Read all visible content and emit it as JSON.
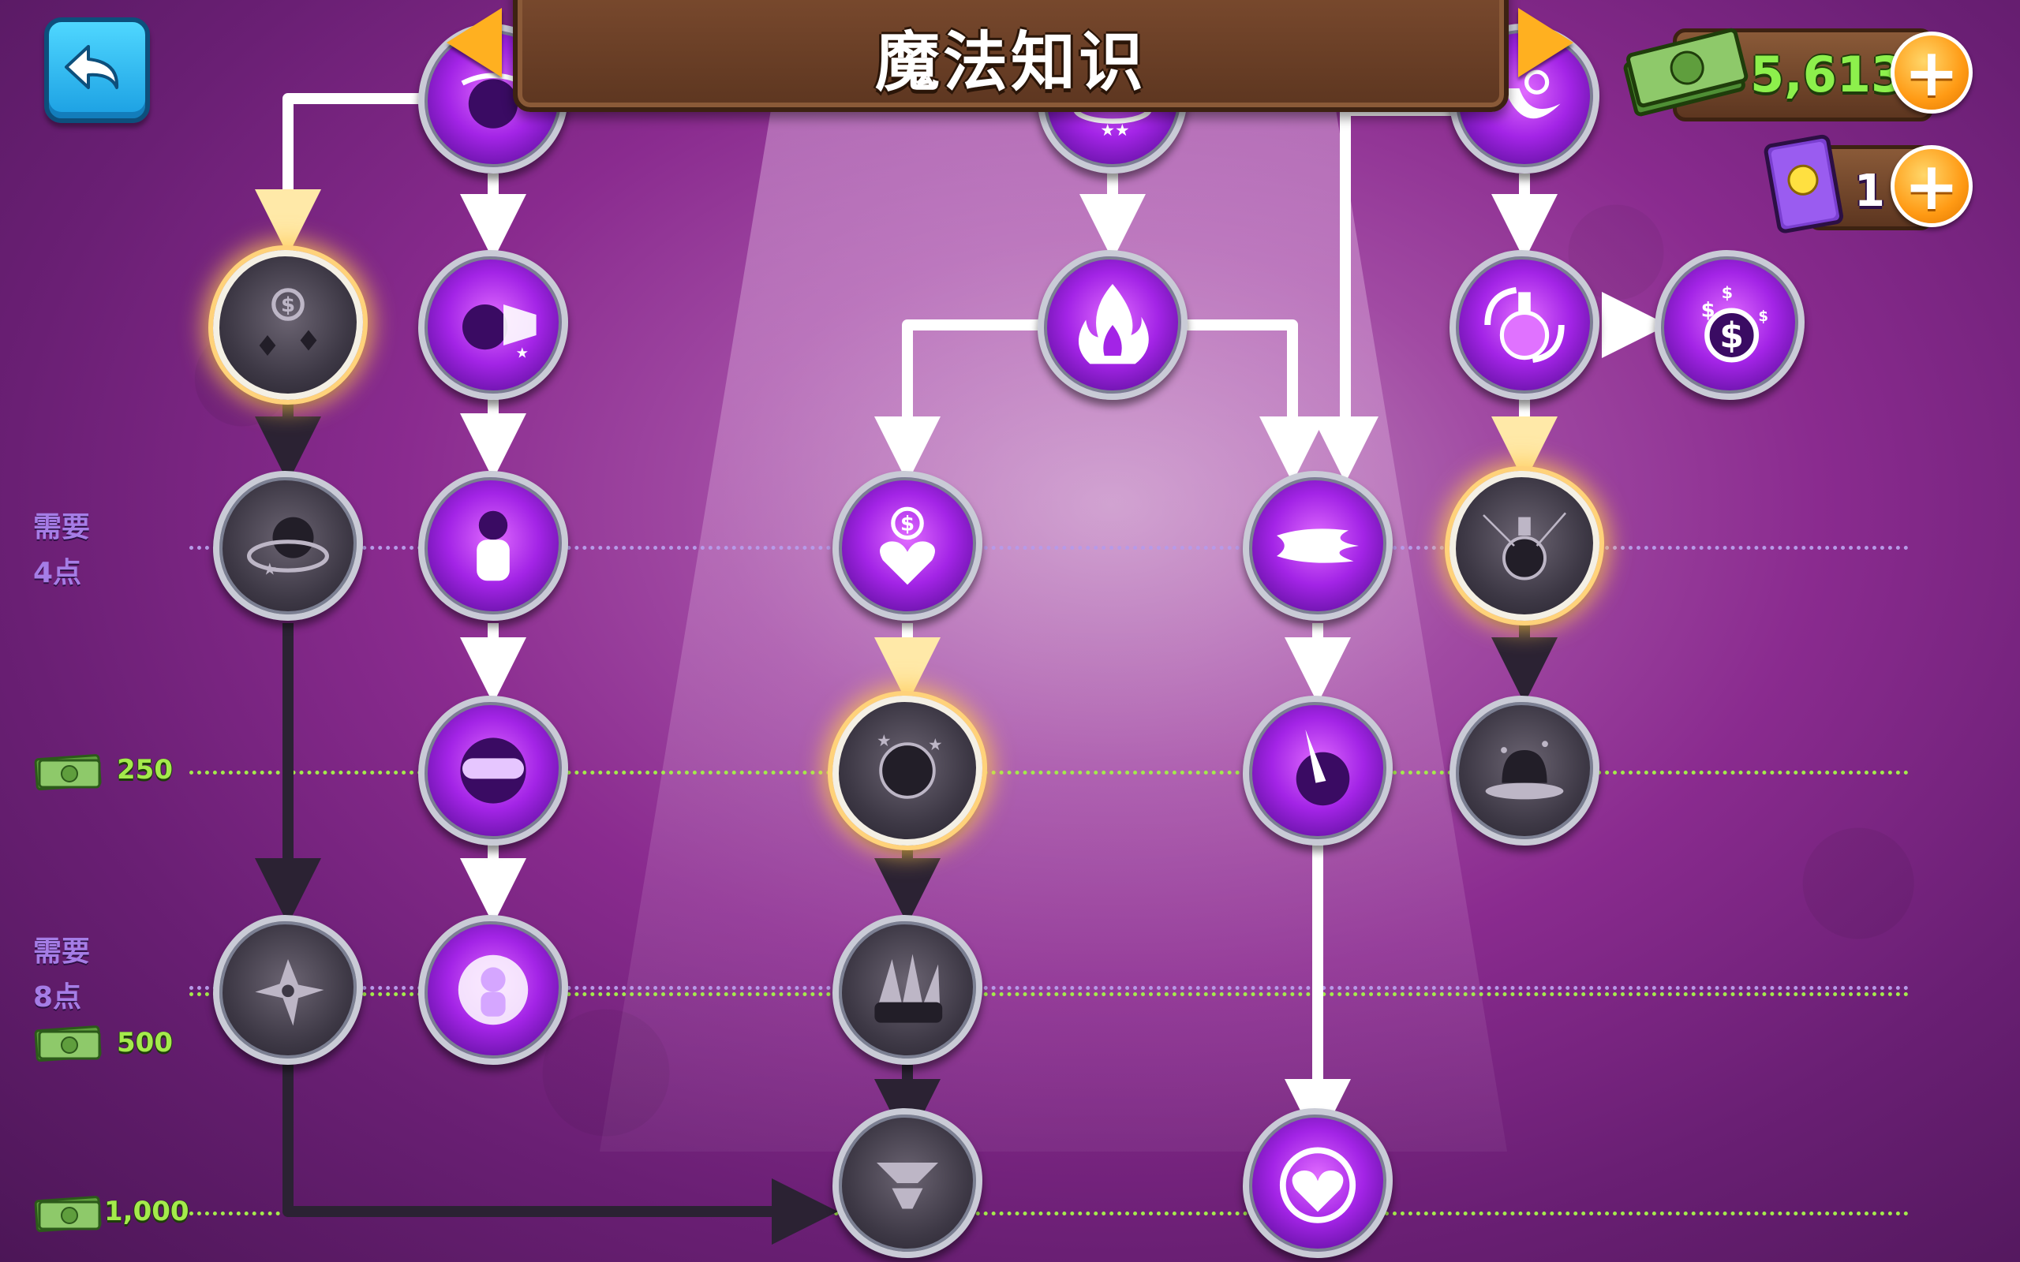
{
  "header": {
    "title": "魔法知识"
  },
  "currency": {
    "cash": "5,613",
    "knowledge": "1"
  },
  "rows": {
    "tier2_label_line1": "需要",
    "tier2_label_line2": "4点",
    "tier3_cost": "250",
    "tier4_label_line1": "需要",
    "tier4_label_line2": "8点",
    "tier4_cost": "500",
    "tier5_cost": "1,000"
  },
  "colors": {
    "owned": "#a324e6",
    "locked": "#3d3845",
    "accent": "#ffb020",
    "cash": "#8df04c"
  },
  "nodes": [
    {
      "id": "c1r1",
      "icon": "ninja-shuriken-cash-icon",
      "state": "selected"
    },
    {
      "id": "c1r2",
      "icon": "orbit-spin-icon",
      "state": "locked"
    },
    {
      "id": "c1r4",
      "icon": "shuriken-icon",
      "state": "locked"
    },
    {
      "id": "c2r0",
      "icon": "monkey-explode-icon",
      "state": "owned"
    },
    {
      "id": "c2r1",
      "icon": "blast-burst-icon",
      "state": "owned"
    },
    {
      "id": "c2r2",
      "icon": "monkey-glow-icon",
      "state": "owned"
    },
    {
      "id": "c2r3",
      "icon": "visor-helmet-icon",
      "state": "owned"
    },
    {
      "id": "c2r4",
      "icon": "monkey-flash-icon",
      "state": "owned"
    },
    {
      "id": "c3r2",
      "icon": "cash-heart-icon",
      "state": "owned"
    },
    {
      "id": "c3r3",
      "icon": "bloon-lightning-icon",
      "state": "selected"
    },
    {
      "id": "c3r4",
      "icon": "spike-rubble-icon",
      "state": "locked"
    },
    {
      "id": "c3r5",
      "icon": "tornado-icon",
      "state": "locked"
    },
    {
      "id": "c4r0",
      "icon": "star-spin-icon",
      "state": "owned"
    },
    {
      "id": "c4r1",
      "icon": "fire-icon",
      "state": "owned"
    },
    {
      "id": "c5r2",
      "icon": "flames-icon",
      "state": "owned"
    },
    {
      "id": "c5r3",
      "icon": "bloon-pierce-icon",
      "state": "owned"
    },
    {
      "id": "c5r5",
      "icon": "heart-icon",
      "state": "owned"
    },
    {
      "id": "c6r0",
      "icon": "moon-crescent-icon",
      "state": "owned"
    },
    {
      "id": "c6r1",
      "icon": "potion-cycle-icon",
      "state": "owned"
    },
    {
      "id": "c6r2",
      "icon": "potion-cracked-icon",
      "state": "selected"
    },
    {
      "id": "c6r3",
      "icon": "bloon-splash-icon",
      "state": "locked"
    },
    {
      "id": "c7r1",
      "icon": "cash-coin-icon",
      "state": "owned"
    }
  ]
}
